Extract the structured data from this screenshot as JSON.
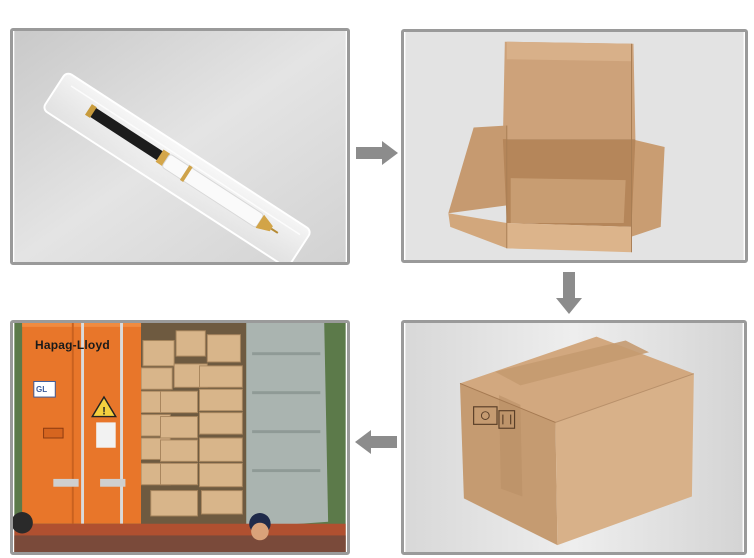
{
  "steps": [
    {
      "id": "pen-sleeve",
      "icon": "pen-in-plastic-sleeve-icon"
    },
    {
      "id": "open-box",
      "icon": "open-carton-box-icon"
    },
    {
      "id": "sealed-box",
      "icon": "sealed-carton-box-icon"
    },
    {
      "id": "container",
      "icon": "shipping-container-icon"
    }
  ],
  "container": {
    "brand": "Hapag-Lloyd",
    "cert_mark": "GL"
  },
  "colors": {
    "border": "#9a9a9a",
    "arrow": "#8c8c8c",
    "cardboard": "#c9a27a",
    "container_orange": "#e8762a"
  }
}
